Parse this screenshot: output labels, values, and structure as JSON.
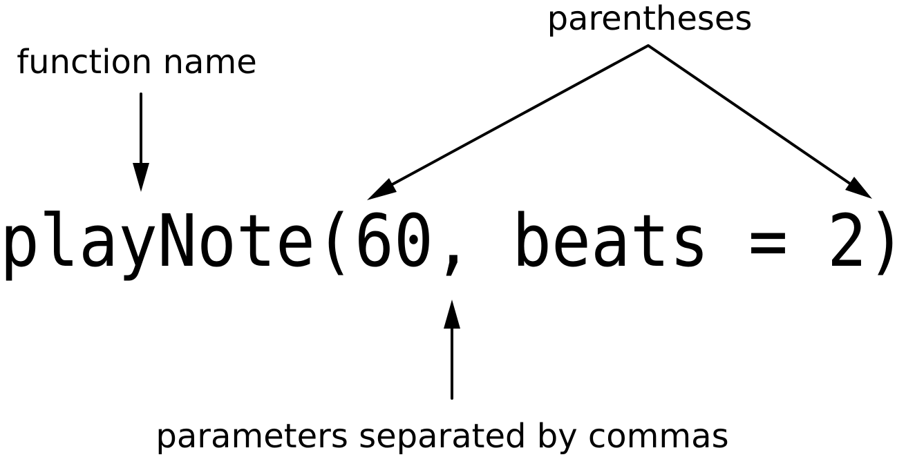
{
  "labels": {
    "function_name": "function name",
    "parentheses": "parentheses",
    "parameters": "parameters separated by commas"
  },
  "code": {
    "function_call": "playNote(60, beats = 2)"
  },
  "colors": {
    "ink": "#000000",
    "background": "#ffffff"
  }
}
